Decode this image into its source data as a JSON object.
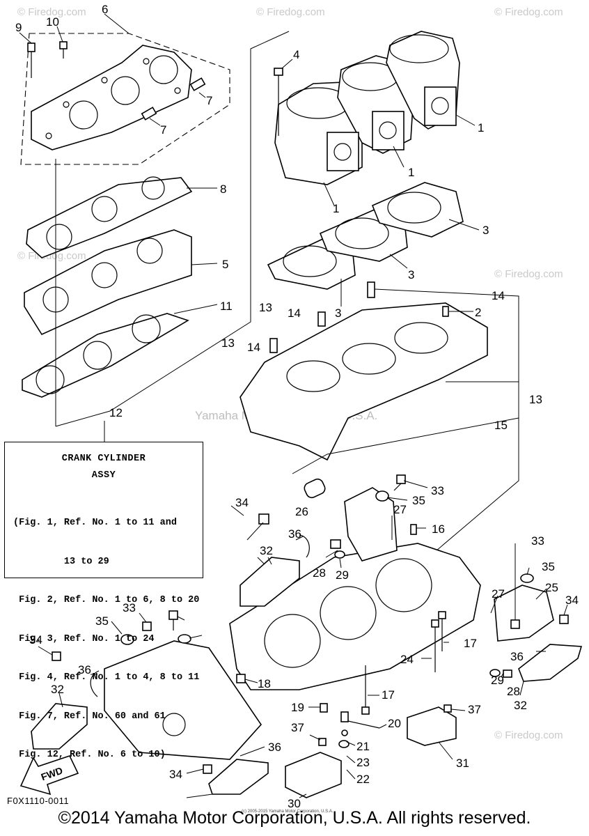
{
  "watermark": "© Firedog.com",
  "center_watermark": "Yamaha Motor Corporation, U.S.A.",
  "legend": {
    "title_line1": "CRANK CYLINDER",
    "title_line2": "ASSY",
    "lines": [
      "(Fig. 1, Ref. No. 1 to 11 and",
      "         13 to 29",
      " Fig. 2, Ref. No. 1 to 6, 8 to 20",
      " Fig. 3, Ref. No. 1 to 24",
      " Fig. 4, Ref. No. 1 to 4, 8 to 11",
      " Fig. 7, Ref. No. 60 and 61",
      " Fig. 12, Ref. No. 6 to 10)"
    ]
  },
  "callouts": [
    "1",
    "1",
    "1",
    "2",
    "3",
    "3",
    "3",
    "4",
    "5",
    "6",
    "7",
    "7",
    "8",
    "9",
    "10",
    "11",
    "12",
    "13",
    "13",
    "13",
    "14",
    "14",
    "14",
    "15",
    "16",
    "17",
    "17",
    "18",
    "19",
    "20",
    "21",
    "22",
    "23",
    "24",
    "25",
    "26",
    "27",
    "27",
    "28",
    "28",
    "29",
    "29",
    "30",
    "31",
    "32",
    "32",
    "32",
    "33",
    "33",
    "33",
    "34",
    "34",
    "34",
    "34",
    "35",
    "35",
    "35",
    "36",
    "36",
    "36",
    "36",
    "37",
    "37"
  ],
  "fwd_label": "FWD",
  "figure_code": "F0X1110-0011",
  "copyright": "©2014 Yamaha Motor Corporation, U.S.A. All rights reserved.",
  "small_copyright": "(c) 2005-2015 Yamaha Motor Corporation, U.S.A."
}
